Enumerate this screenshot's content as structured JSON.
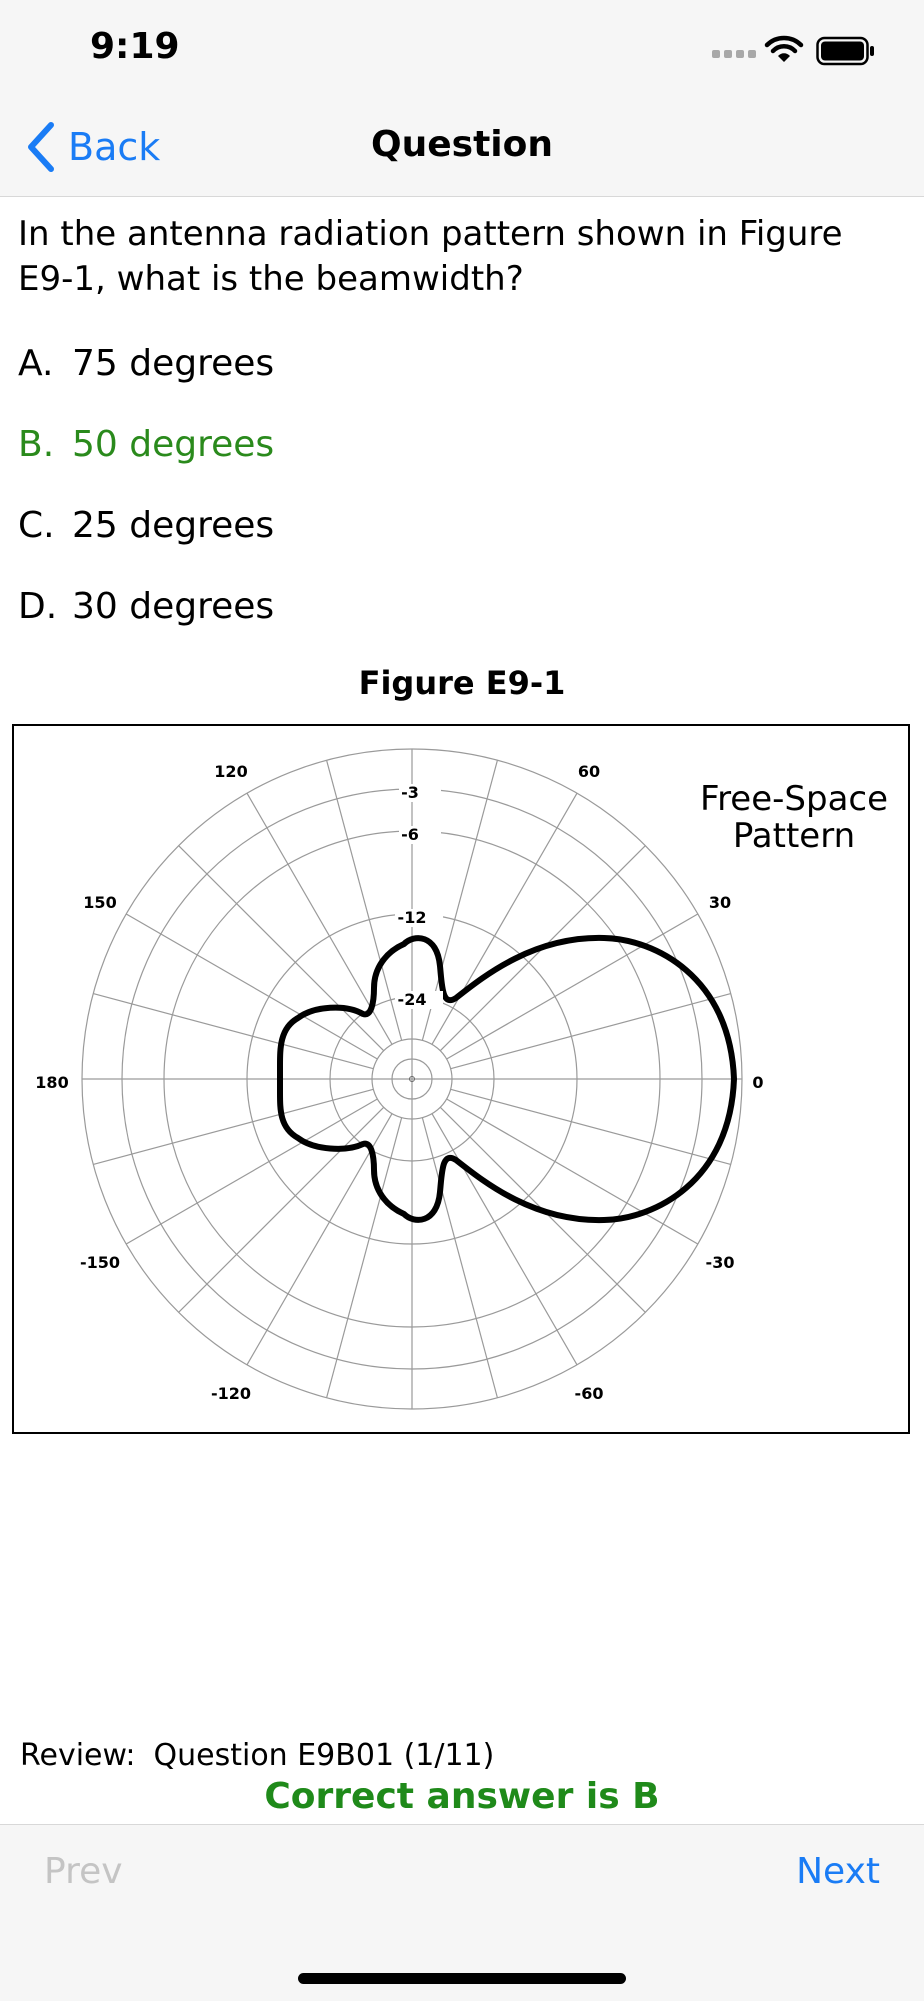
{
  "status_bar": {
    "time": "9:19"
  },
  "nav": {
    "back_label": "Back",
    "title": "Question"
  },
  "question": {
    "text": "In the antenna radiation pattern shown in Figure E9-1, what is the beamwidth?",
    "options": [
      {
        "letter": "A.",
        "text": "75 degrees",
        "correct": false
      },
      {
        "letter": "B.",
        "text": "50 degrees",
        "correct": true
      },
      {
        "letter": "C.",
        "text": "25 degrees",
        "correct": false
      },
      {
        "letter": "D.",
        "text": "30 degrees",
        "correct": false
      }
    ]
  },
  "figure": {
    "title": "Figure E9-1",
    "caption_line1": "Free-Space",
    "caption_line2": "Pattern",
    "angle_labels": [
      "0",
      "30",
      "60",
      "120",
      "150",
      "180",
      "-150",
      "-120",
      "-60",
      "-30"
    ],
    "db_labels": [
      "-3",
      "-6",
      "-12",
      "-24"
    ]
  },
  "footer": {
    "review_label": "Review:",
    "review_question": "Question E9B01 (1/11)",
    "correct_text": "Correct answer is B",
    "prev_label": "Prev",
    "next_label": "Next"
  },
  "colors": {
    "accent": "#1a7cf5",
    "correct": "#2a8a1c",
    "disabled": "#c4c4c4"
  }
}
